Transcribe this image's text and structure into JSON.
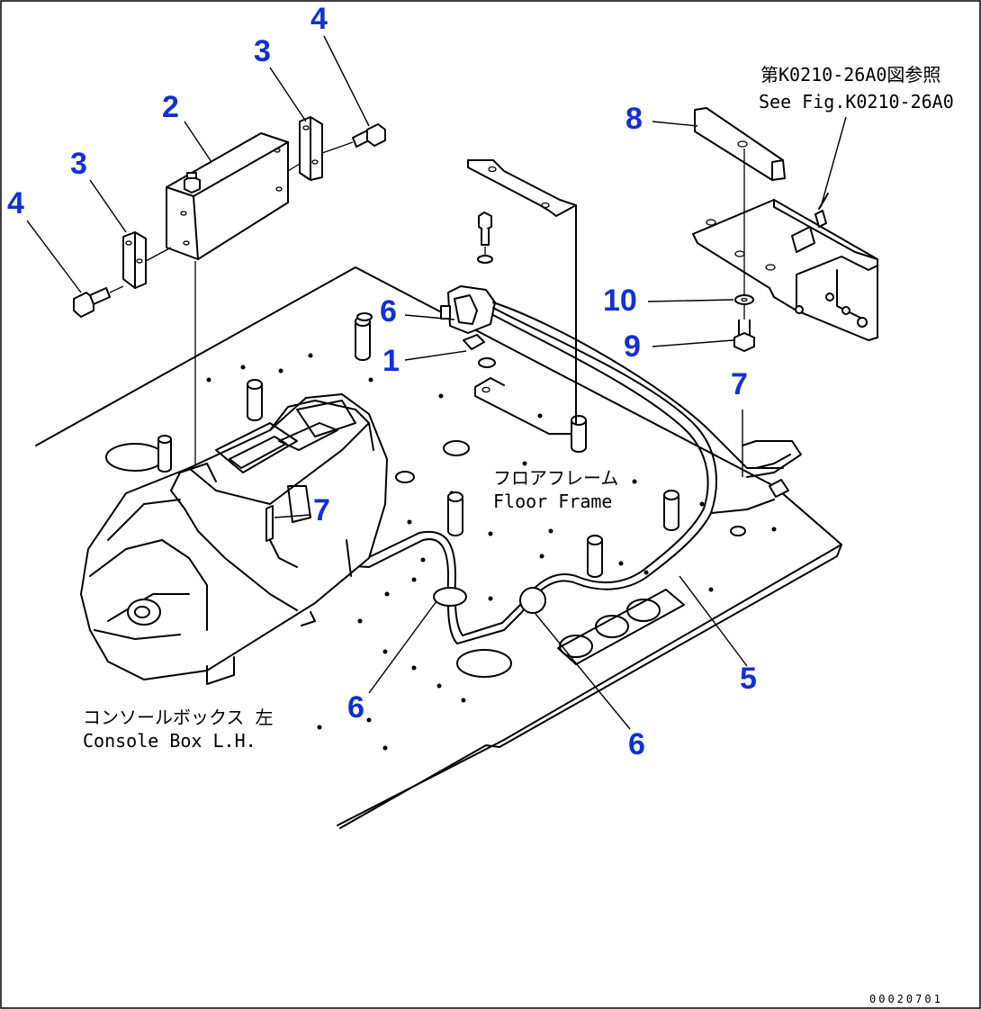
{
  "diagram": {
    "callouts": [
      {
        "id": "c1",
        "label": "1"
      },
      {
        "id": "c2",
        "label": "2"
      },
      {
        "id": "c3a",
        "label": "3"
      },
      {
        "id": "c3b",
        "label": "3"
      },
      {
        "id": "c4a",
        "label": "4"
      },
      {
        "id": "c4b",
        "label": "4"
      },
      {
        "id": "c5",
        "label": "5"
      },
      {
        "id": "c6a",
        "label": "6"
      },
      {
        "id": "c6b",
        "label": "6"
      },
      {
        "id": "c6c",
        "label": "6"
      },
      {
        "id": "c7a",
        "label": "7"
      },
      {
        "id": "c7b",
        "label": "7"
      },
      {
        "id": "c8",
        "label": "8"
      },
      {
        "id": "c9",
        "label": "9"
      },
      {
        "id": "c10",
        "label": "10"
      }
    ],
    "notes": {
      "see_fig_jp": "第K0210-26A0図参照",
      "see_fig_en": "See Fig.K0210-26A0",
      "floor_frame_jp": "フロアフレーム",
      "floor_frame_en": "Floor Frame",
      "console_jp": "コンソールボックス 左",
      "console_en": "Console Box L.H."
    },
    "drawing_number": "00020701",
    "colors": {
      "callout": "#1030d8",
      "line": "#000000",
      "background": "#ffffff"
    }
  }
}
